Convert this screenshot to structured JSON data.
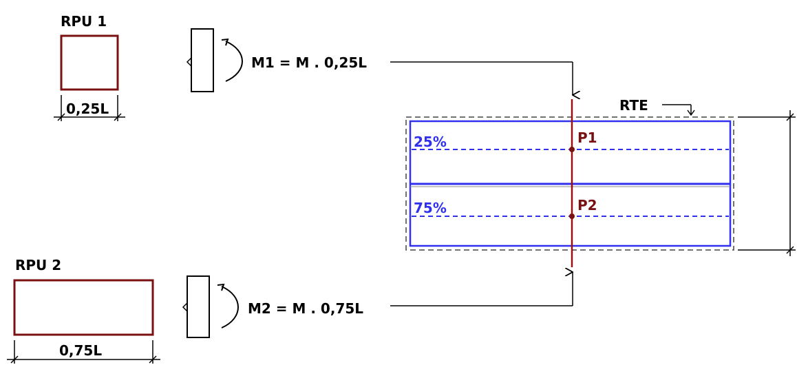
{
  "rpu1": {
    "title": "RPU 1",
    "dimension": "0,25L"
  },
  "rpu2": {
    "title": "RPU 2",
    "dimension": "0,75L"
  },
  "moment1": {
    "formula": "M1 = M . 0,25L"
  },
  "moment2": {
    "formula": "M2 = M . 0,75L"
  },
  "rte": {
    "label": "RTE",
    "top_percent": "25%",
    "bottom_percent": "75%",
    "point1": "P1",
    "point2": "P2"
  },
  "colors": {
    "rpu_border": "#7a1010",
    "rte_blue": "#3030ee",
    "section_line": "#9a1010",
    "black": "#000000",
    "dashed_gray": "#444444"
  }
}
